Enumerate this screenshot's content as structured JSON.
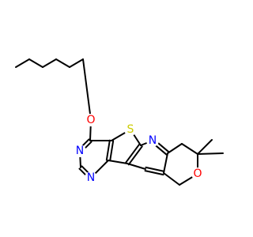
{
  "molecule": {
    "atoms": [
      {
        "id": "O1",
        "label": "O",
        "color": "#ff0000"
      },
      {
        "id": "S1",
        "label": "S",
        "color": "#cccc00"
      },
      {
        "id": "N1",
        "label": "N",
        "color": "#0000ff"
      },
      {
        "id": "N2",
        "label": "N",
        "color": "#0000ff"
      },
      {
        "id": "N3",
        "label": "N",
        "color": "#0000ff"
      },
      {
        "id": "O2",
        "label": "O",
        "color": "#ff0000"
      }
    ],
    "bond_color": "#000000"
  }
}
